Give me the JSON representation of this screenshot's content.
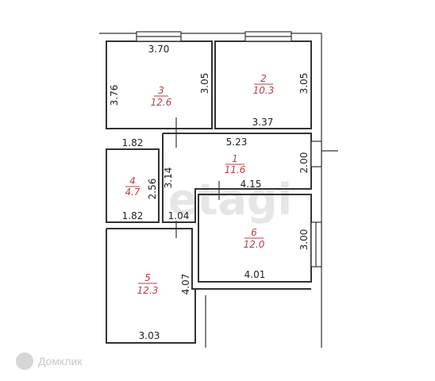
{
  "watermark": {
    "text": "etagi"
  },
  "brand": {
    "name": "Домклик"
  },
  "rooms": [
    {
      "id": "1",
      "area": "11.6"
    },
    {
      "id": "2",
      "area": "10.3"
    },
    {
      "id": "3",
      "area": "12.6"
    },
    {
      "id": "4",
      "area": "4.7"
    },
    {
      "id": "5",
      "area": "12.3"
    },
    {
      "id": "6",
      "area": "12.0"
    }
  ],
  "dimensions": {
    "room3_top": "3.70",
    "room3_left": "3.76",
    "room3_right": "3.05",
    "room2_right": "3.05",
    "room2_bottom": "3.37",
    "room3_bottom": "1.82",
    "room1_top": "5.23",
    "room1_right": "2.00",
    "room1_inner_left": "3.14",
    "room1_inner": "4.15",
    "room4_right": "2.56",
    "room4_bottom": "1.82",
    "door_width": "1.04",
    "room6_right": "3.00",
    "room6_bottom": "4.01",
    "room5_right": "4.07",
    "room5_bottom": "3.03"
  }
}
